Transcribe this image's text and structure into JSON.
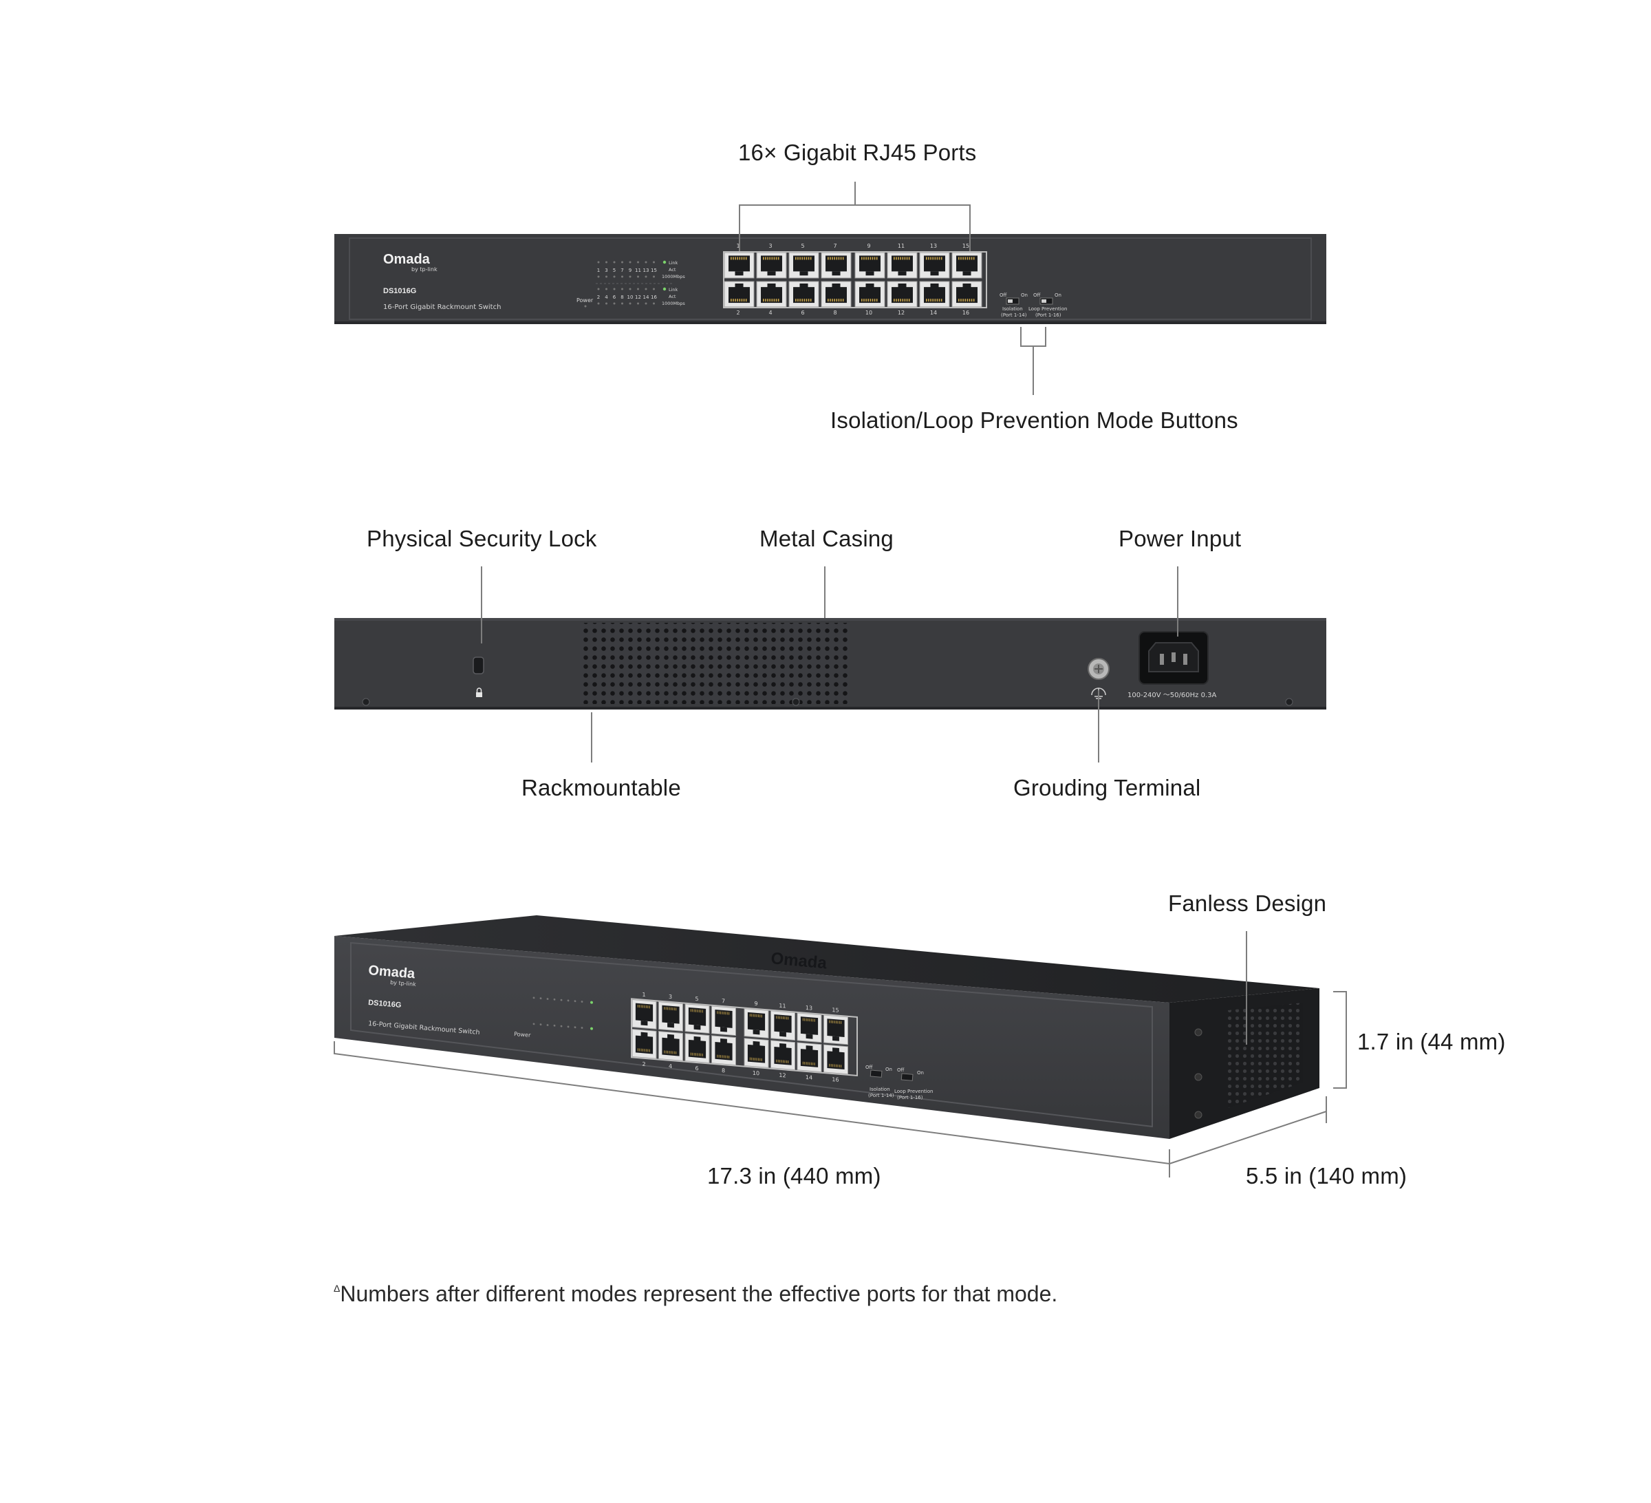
{
  "front_view": {
    "brand": "Omada",
    "brand_sub": "by tp-link",
    "model": "DS1016G",
    "description": "16-Port Gigabit Rackmount Switch",
    "power_label": "Power",
    "led_link_label": "Link",
    "led_act_label": "Act",
    "led_speed_label": "1000Mbps",
    "top_port_numbers": [
      "1",
      "3",
      "5",
      "7",
      "9",
      "11",
      "13",
      "15"
    ],
    "bottom_port_numbers": [
      "2",
      "4",
      "6",
      "8",
      "10",
      "12",
      "14",
      "16"
    ],
    "switch_off_label": "Off",
    "switch_on_label": "On",
    "isolation_label": "Isolation",
    "isolation_ports": "(Port 1-14)",
    "loop_label": "Loop Prevention",
    "loop_ports": "(Port 1-16)"
  },
  "back_view": {
    "power_rating": "100-240V ～50/60Hz 0.3A"
  },
  "callouts": {
    "ports": "16× Gigabit RJ45 Ports",
    "mode_buttons": "Isolation/Loop Prevention Mode Buttons",
    "security_lock": "Physical Security Lock",
    "metal_casing": "Metal Casing",
    "power_input": "Power Input",
    "rackmountable": "Rackmountable",
    "grounding": "Grouding Terminal",
    "fanless": "Fanless Design"
  },
  "dimensions": {
    "height": "1.7 in (44 mm)",
    "width": "17.3 in (440 mm)",
    "depth": "5.5 in (140 mm)"
  },
  "footnote": {
    "marker": "Δ",
    "text": "Numbers after different modes represent the effective ports for that mode."
  },
  "colors": {
    "chassis": "#3a3b3e",
    "chassis_dark": "#232427",
    "port_face": "#e8e8e8",
    "leader_line": "#7d7d7d",
    "led_green": "#7bd36b"
  }
}
